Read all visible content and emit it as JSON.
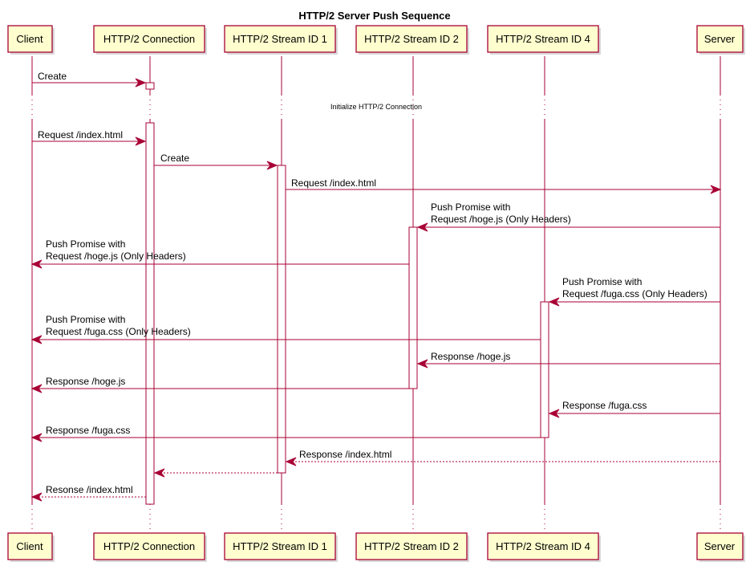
{
  "title": "HTTP/2 Server Push Sequence",
  "participants": {
    "client": "Client",
    "connection": "HTTP/2 Connection",
    "stream1": "HTTP/2 Stream ID 1",
    "stream2": "HTTP/2 Stream ID 2",
    "stream4": "HTTP/2 Stream ID 4",
    "server": "Server"
  },
  "divider": "Initialize HTTP/2 Connection",
  "messages": {
    "m1": "Create",
    "m2": "Request /index.html",
    "m3": "Create",
    "m4": "Request /index.html",
    "m5_l1": "Push Promise with",
    "m5_l2": "Request /hoge.js (Only Headers)",
    "m6_l1": "Push Promise with",
    "m6_l2": "Request /hoge.js (Only Headers)",
    "m7_l1": "Push Promise with",
    "m7_l2": "Request /fuga.css (Only Headers)",
    "m8_l1": "Push Promise with",
    "m8_l2": "Request /fuga.css (Only Headers)",
    "m9": "Response /hoge.js",
    "m10": "Response /hoge.js",
    "m11": "Response /fuga.css",
    "m12": "Response /fuga.css",
    "m13": "Response /index.html",
    "m15": "Resonse /index.html"
  },
  "colors": {
    "line": "#A80036",
    "box_fill": "#FEFECE"
  }
}
